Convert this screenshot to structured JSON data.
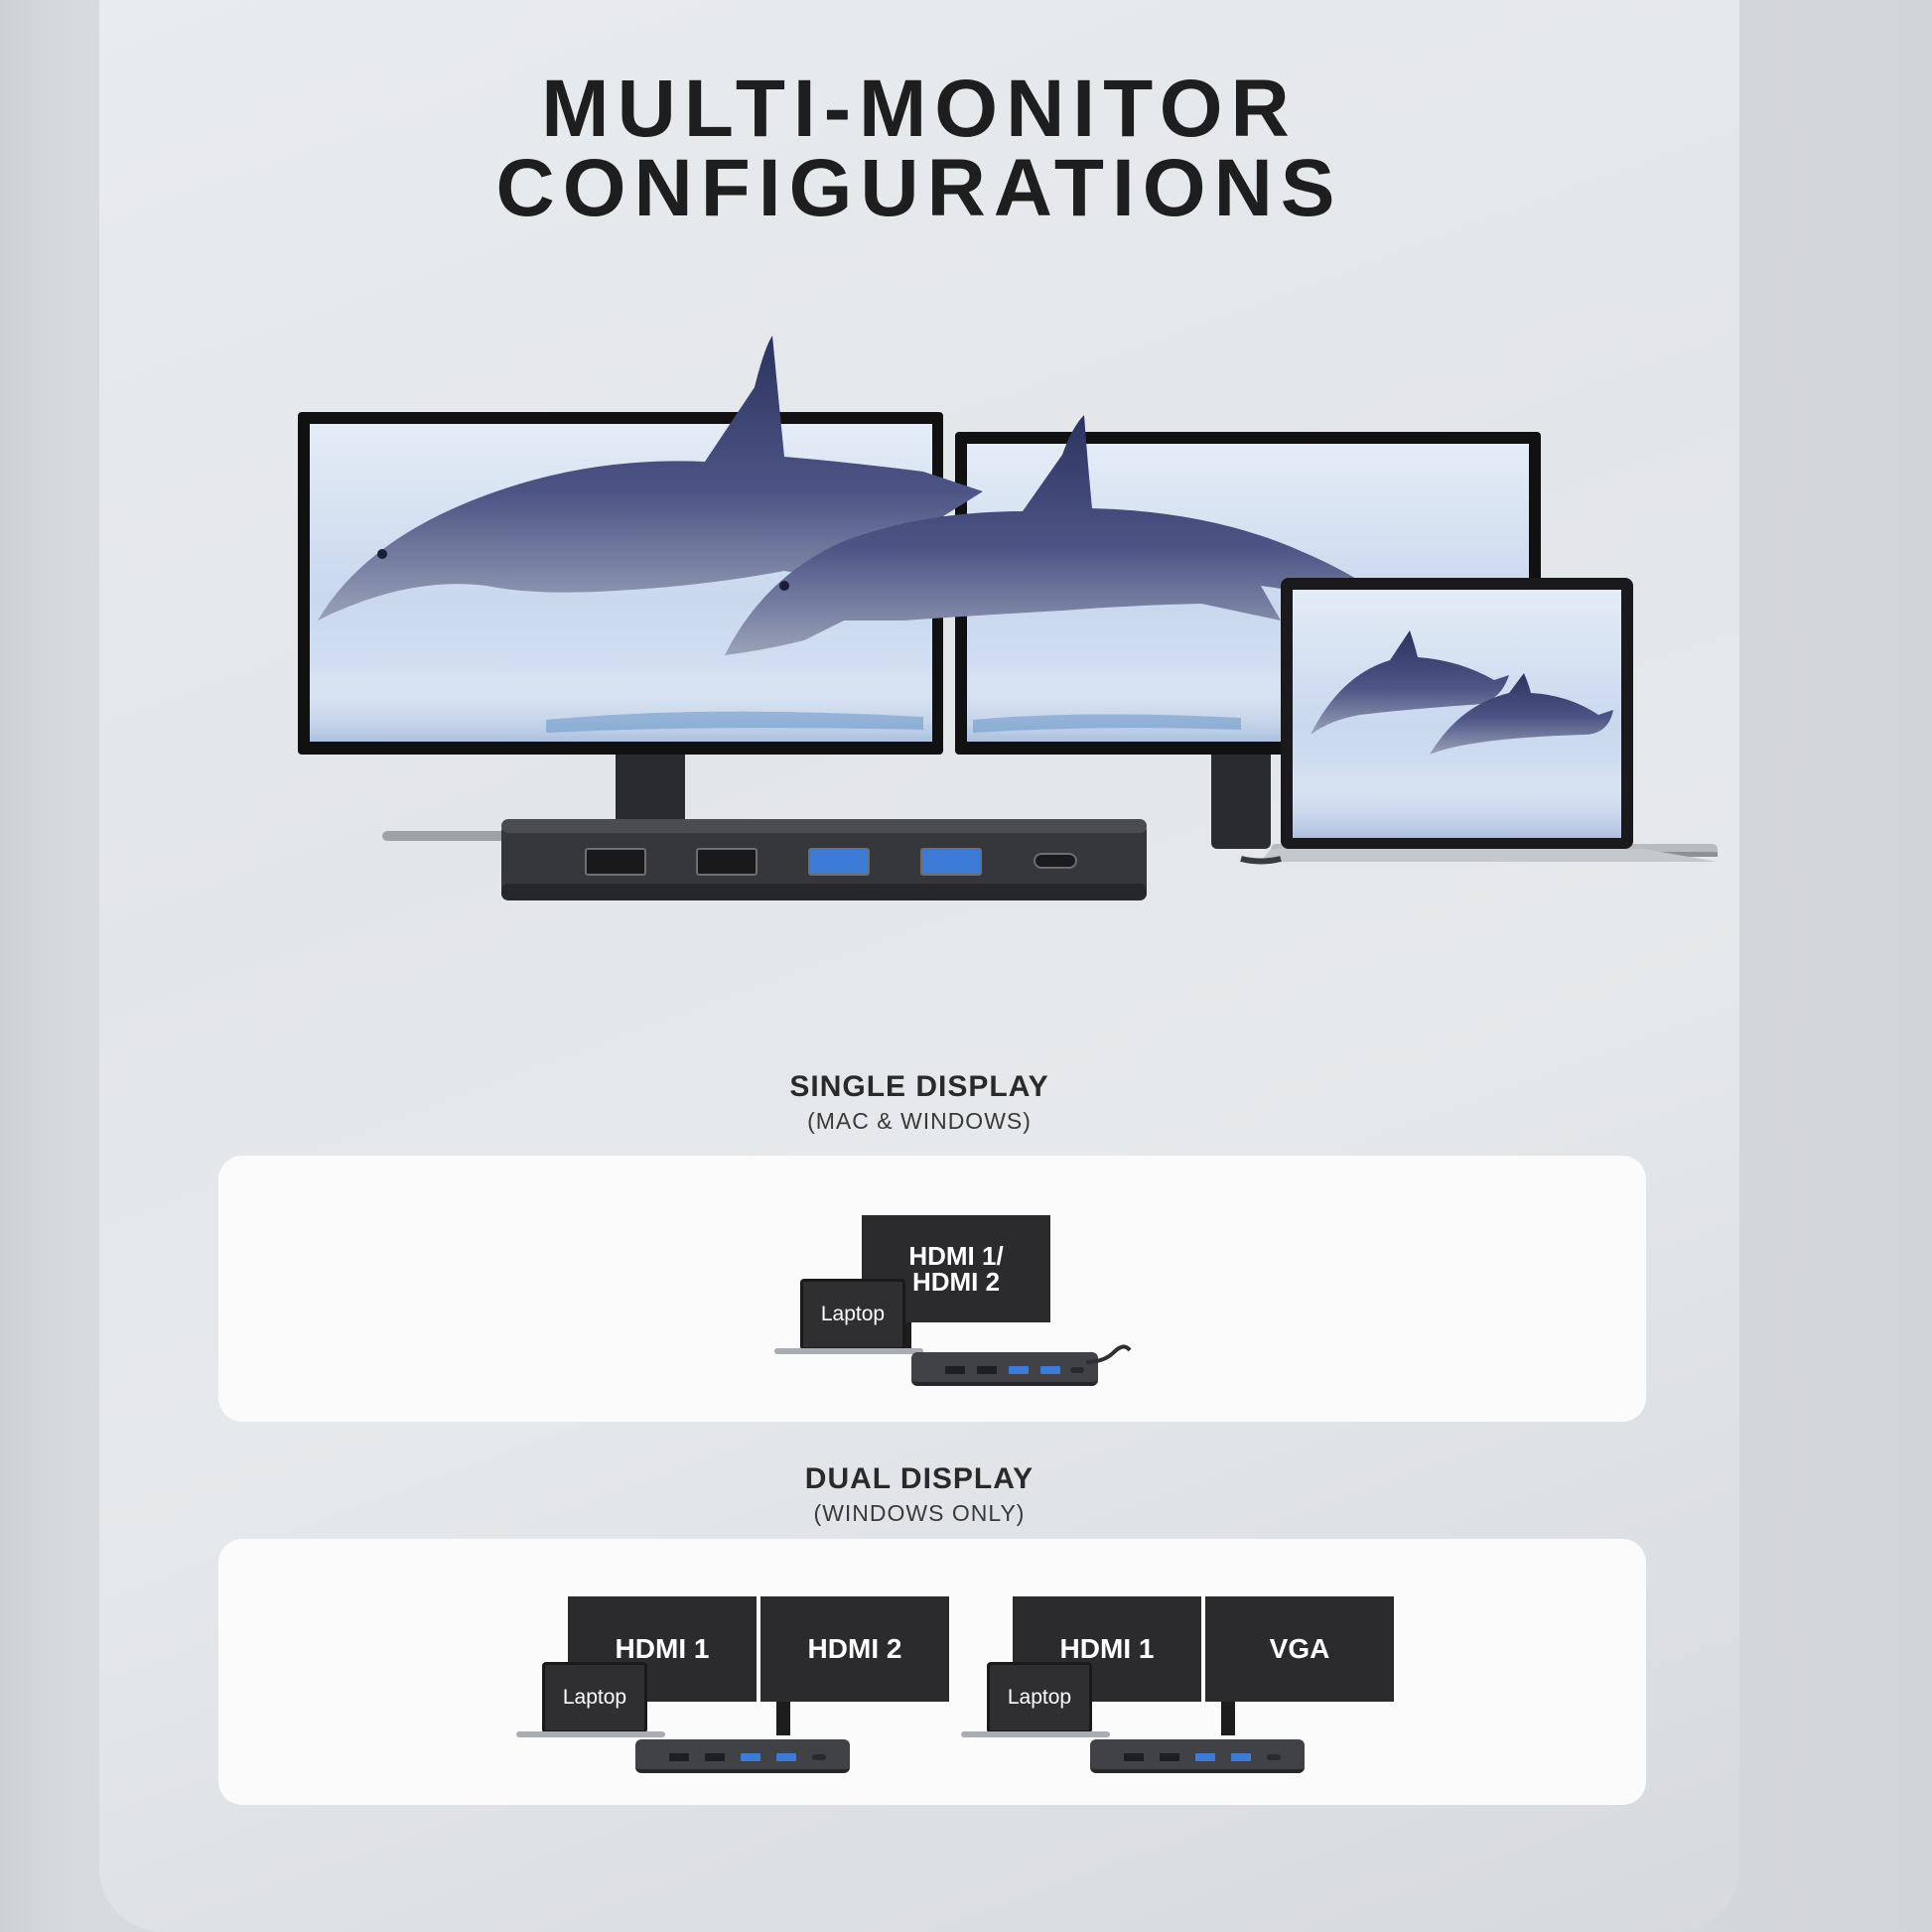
{
  "headline": {
    "line1": "MULTI-MONITOR",
    "line2": "CONFIGURATIONS"
  },
  "hero": {
    "ports": [
      "usb-a",
      "usb-a",
      "usb-a-blue",
      "usb-a-blue",
      "usb-c"
    ]
  },
  "single": {
    "title": "SINGLE DISPLAY",
    "subtitle": "(MAC & WINDOWS)",
    "monitor_label_1": "HDMI 1/",
    "monitor_label_2": "HDMI 2",
    "laptop_label": "Laptop"
  },
  "dual": {
    "title": "DUAL DISPLAY",
    "subtitle": "(WINDOWS ONLY)",
    "left": {
      "monitor1": "HDMI 1",
      "monitor2": "HDMI 2",
      "laptop": "Laptop"
    },
    "right": {
      "monitor1": "HDMI 1",
      "monitor2": "VGA",
      "laptop": "Laptop"
    }
  },
  "colors": {
    "accent_port": "#3d7bd8",
    "dark": "#1e1e1e",
    "panel": "#fbfbfb"
  }
}
